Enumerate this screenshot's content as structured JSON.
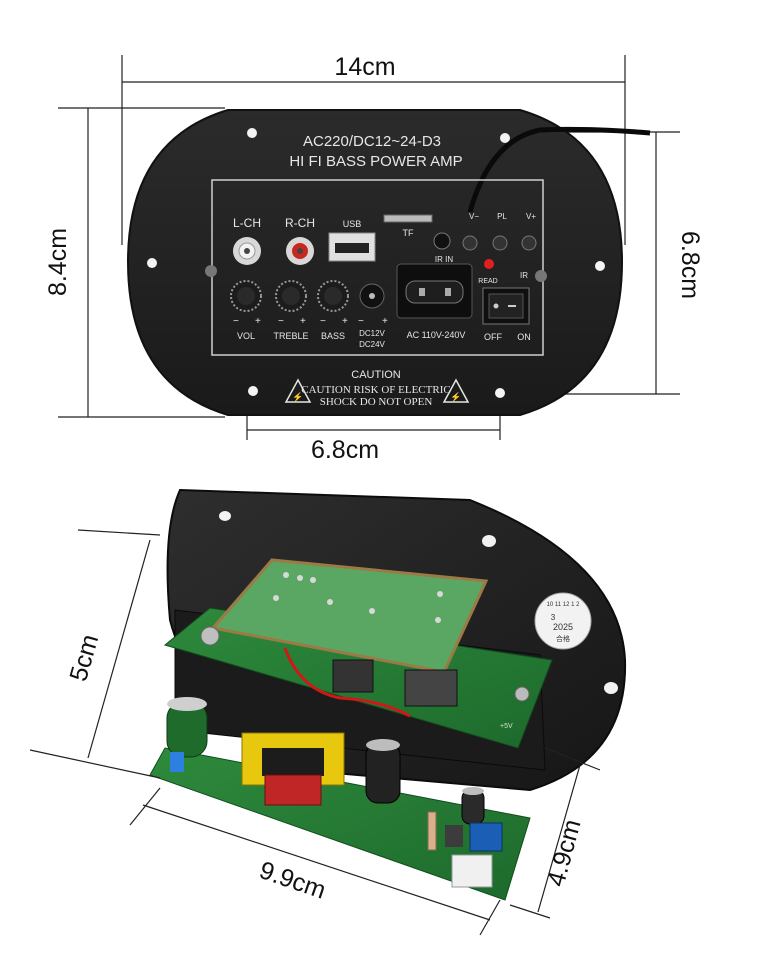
{
  "dimensions": {
    "top_width": "14cm",
    "top_height": "8.4cm",
    "top_inner_height": "6.8cm",
    "top_hole_spacing": "6.8cm",
    "bottom_height": "5cm",
    "bottom_length": "9.9cm",
    "bottom_depth": "4.9cm"
  },
  "panel": {
    "model": "AC220/DC12~24-D3",
    "name": "HI FI BASS POWER AMP",
    "l_ch": "L-CH",
    "r_ch": "R-CH",
    "usb": "USB",
    "tf": "TF",
    "ir_in": "IR IN",
    "v_minus": "V−",
    "pl": "PL",
    "v_plus": "V+",
    "read": "READ",
    "ir": "IR",
    "vol": "VOL",
    "treble": "TREBLE",
    "bass": "BASS",
    "minus": "−",
    "plus": "+",
    "dc_minus": "−",
    "dc_plus": "+",
    "dc_line1": "DC12V",
    "dc_line2": "DC24V",
    "ac": "AC 110V-240V",
    "off": "OFF",
    "on": "ON",
    "caution": "CAUTION",
    "caution_line1": "CAUTION RISK OF ELECTRIC",
    "caution_line2": "SHOCK DO NOT OPEN",
    "warn_glyph": "⚡"
  },
  "sticker": {
    "year": "2025",
    "num": "3",
    "text": "合格",
    "months": "10 11 12 1 2"
  },
  "board_label": "+5V"
}
